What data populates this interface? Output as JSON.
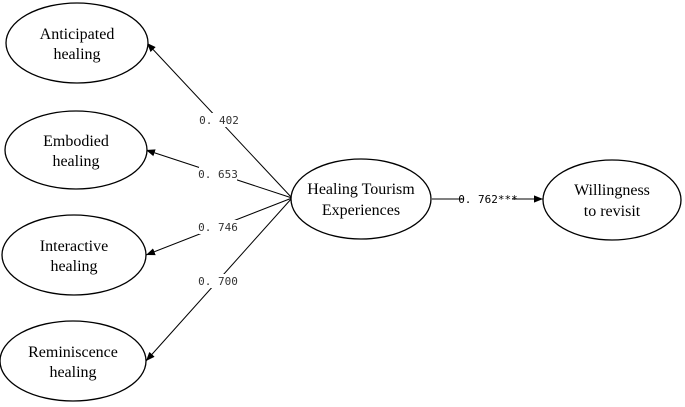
{
  "nodes": {
    "center": {
      "lines": [
        "Healing Tourism",
        "Experiences"
      ]
    },
    "willingness": {
      "lines": [
        "Willingness",
        "to revisit"
      ]
    },
    "anticipated": {
      "lines": [
        "Anticipated",
        "healing"
      ]
    },
    "embodied": {
      "lines": [
        "Embodied",
        "healing"
      ]
    },
    "interactive": {
      "lines": [
        "Interactive",
        "healing"
      ]
    },
    "reminiscence": {
      "lines": [
        "Reminiscence",
        "healing"
      ]
    }
  },
  "edges": {
    "anticipated": {
      "from": "Healing Tourism Experiences",
      "to": "Anticipated healing",
      "label": "0. 402"
    },
    "embodied": {
      "from": "Healing Tourism Experiences",
      "to": "Embodied healing",
      "label": "0. 653"
    },
    "interactive": {
      "from": "Healing Tourism Experiences",
      "to": "Interactive healing",
      "label": "0. 746"
    },
    "reminiscence": {
      "from": "Healing Tourism Experiences",
      "to": "Reminiscence healing",
      "label": "0. 700"
    },
    "willingness": {
      "from": "Healing Tourism Experiences",
      "to": "Willingness to revisit",
      "label": "0. 762***"
    }
  },
  "colors": {
    "stroke": "#000000",
    "background": "#ffffff",
    "label": "#333333"
  }
}
